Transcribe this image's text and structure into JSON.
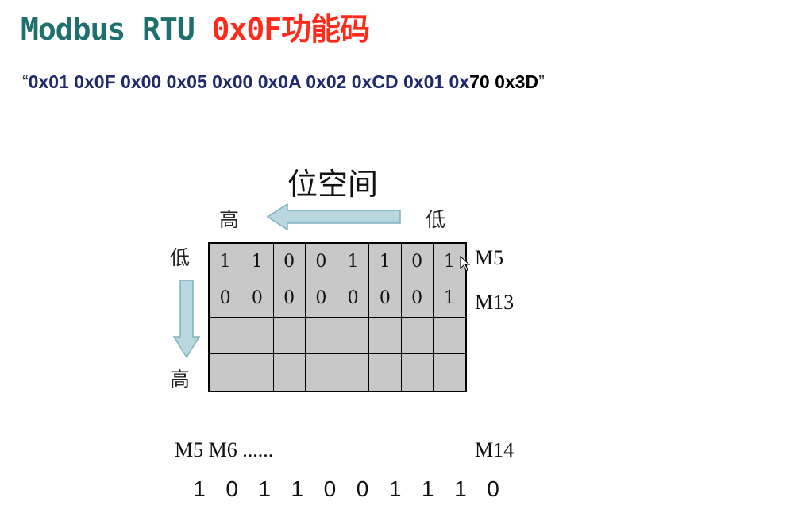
{
  "title": {
    "part1": "Modbus RTU ",
    "part2": "0x0F功能码"
  },
  "frame": {
    "open_quote": "“",
    "bytes": "0x01 0x0F 0x00 0x05 0x00 0x0A 0x02 0xCD 0x01 0x",
    "crc": "70  0x3D",
    "close_quote": "”"
  },
  "diagram": {
    "heading": "位空间",
    "top_left": "高",
    "top_right": "低",
    "left_top": "低",
    "left_bottom": "高",
    "rows": [
      {
        "label": "M5",
        "cells": [
          "1",
          "1",
          "0",
          "0",
          "1",
          "1",
          "0",
          "1"
        ]
      },
      {
        "label": "M13",
        "cells": [
          "0",
          "0",
          "0",
          "0",
          "0",
          "0",
          "0",
          "1"
        ]
      },
      {
        "label": "",
        "cells": [
          "",
          "",
          "",
          "",
          "",
          "",
          "",
          ""
        ]
      },
      {
        "label": "",
        "cells": [
          "",
          "",
          "",
          "",
          "",
          "",
          "",
          ""
        ]
      }
    ],
    "arrow_color": "#b9d7de",
    "arrow_stroke": "#7fb1bd"
  },
  "bottom": {
    "left_label": "M5 M6 ......",
    "right_label": "M14",
    "bits": [
      "1",
      "0",
      "1",
      "1",
      "0",
      "0",
      "1",
      "1",
      "1",
      "0"
    ]
  }
}
